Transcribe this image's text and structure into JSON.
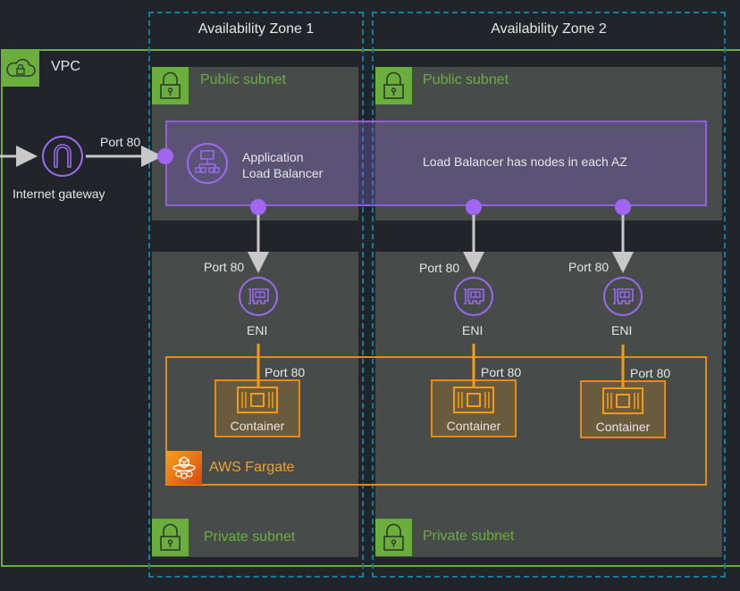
{
  "availability_zones": [
    {
      "label": "Availability Zone 1"
    },
    {
      "label": "Availability Zone 2"
    }
  ],
  "vpc": {
    "label": "VPC",
    "icon": "vpc-cloud-lock-icon"
  },
  "internet_gateway": {
    "label": "Internet gateway",
    "icon": "internet-gateway-icon",
    "port_label": "Port 80"
  },
  "subnets": {
    "public": [
      {
        "label": "Public subnet"
      },
      {
        "label": "Public subnet"
      }
    ],
    "private": [
      {
        "label": "Private subnet"
      },
      {
        "label": "Private subnet"
      }
    ]
  },
  "load_balancer": {
    "label_line1": "Application",
    "label_line2": "Load Balancer",
    "note": "Load Balancer has nodes in each AZ",
    "icon": "application-load-balancer-icon"
  },
  "enis": [
    {
      "label": "ENI",
      "port_label": "Port 80"
    },
    {
      "label": "ENI",
      "port_label": "Port 80"
    },
    {
      "label": "ENI",
      "port_label": "Port 80"
    }
  ],
  "containers": [
    {
      "label": "Container",
      "port_label": "Port 80"
    },
    {
      "label": "Container",
      "port_label": "Port 80"
    },
    {
      "label": "Container",
      "port_label": "Port 80"
    }
  ],
  "fargate": {
    "label": "AWS Fargate",
    "icon": "fargate-icon"
  },
  "colors": {
    "background": "#212428",
    "vpc_green": "#6aae3e",
    "az_dashed_blue": "#0f7ea0",
    "subnet_gray": "#474c4b",
    "purple": "#8f5fe0",
    "orange": "#e98a0e"
  }
}
